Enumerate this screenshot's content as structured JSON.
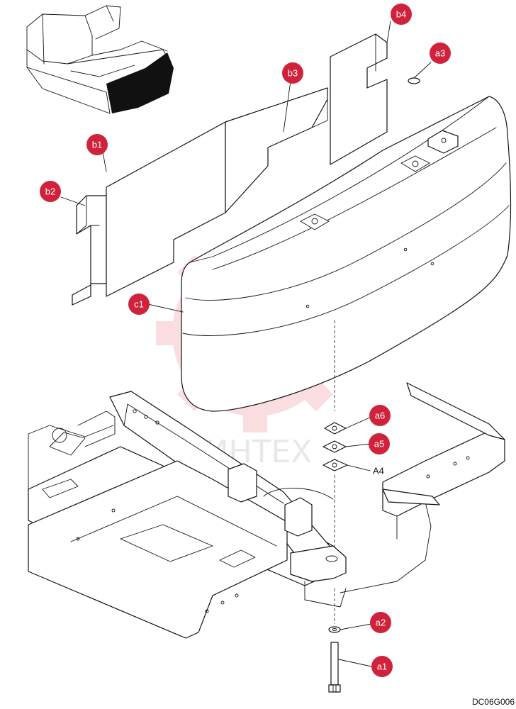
{
  "drawing_code": "DC06G006",
  "watermark_text": "ИНТЕХ",
  "callout_color": "#d0223a",
  "callouts": {
    "b4": "b4",
    "a3": "a3",
    "b3": "b3",
    "b1": "b1",
    "b2": "b2",
    "c1": "c1",
    "a6": "a6",
    "a5": "a5",
    "A4": "A4",
    "a2": "a2",
    "a1": "a1"
  }
}
